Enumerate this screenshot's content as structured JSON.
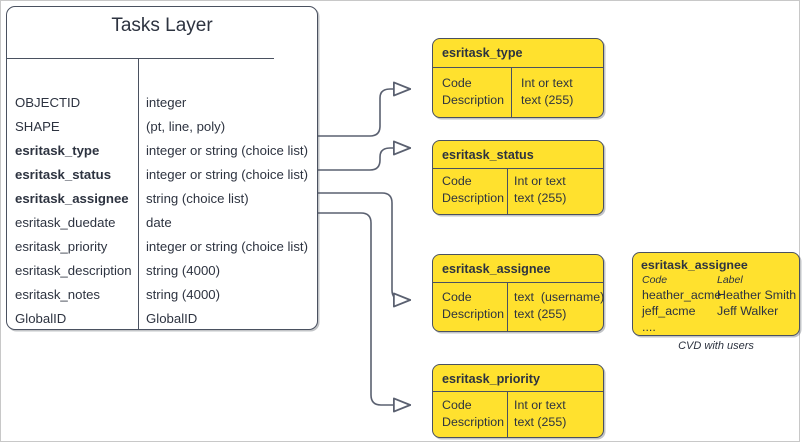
{
  "diagram": {
    "accent_yellow": "#FFE12E",
    "stroke": "#4a5160",
    "page_border": "#c8c8c8"
  },
  "tasks_layer": {
    "title": "Tasks Layer",
    "rows": [
      {
        "name": "OBJECTID",
        "type": "integer",
        "bold": false
      },
      {
        "name": "SHAPE",
        "type": "(pt, line, poly)",
        "bold": false
      },
      {
        "name": "esritask_type",
        "type": "integer or string (choice list)",
        "bold": true
      },
      {
        "name": "esritask_status",
        "type": "integer or string (choice list)",
        "bold": true
      },
      {
        "name": "esritask_assignee",
        "type": "string (choice list)",
        "bold": true
      },
      {
        "name": "esritask_duedate",
        "type": "date",
        "bold": false
      },
      {
        "name": "esritask_priority",
        "type": "integer or string (choice list)",
        "bold": false
      },
      {
        "name": "esritask_description",
        "type": "string (4000)",
        "bold": false
      },
      {
        "name": "esritask_notes",
        "type": "string (4000)",
        "bold": false
      },
      {
        "name": "GlobalID",
        "type": "GlobalID",
        "bold": false
      }
    ]
  },
  "domains": [
    {
      "title": "esritask_type",
      "left_cell": "Code\nDescription",
      "right_cell": "Int or text\ntext (255)"
    },
    {
      "title": "esritask_status",
      "left_cell": "Code\nDescription",
      "right_cell": "Int or text\ntext (255)"
    },
    {
      "title": "esritask_assignee",
      "left_cell": "Code\nDescription",
      "right_cell": "text  (username)\ntext (255)"
    },
    {
      "title": "esritask_priority",
      "left_cell": "Code\nDescription",
      "right_cell": "Int or text\ntext (255)"
    }
  ],
  "cvd": {
    "title": "esritask_assignee",
    "header_code": "Code",
    "header_label": "Label",
    "codes": "heather_acme\njeff_acme\n....",
    "labels": "Heather Smith\nJeff Walker",
    "caption": "CVD with users"
  }
}
